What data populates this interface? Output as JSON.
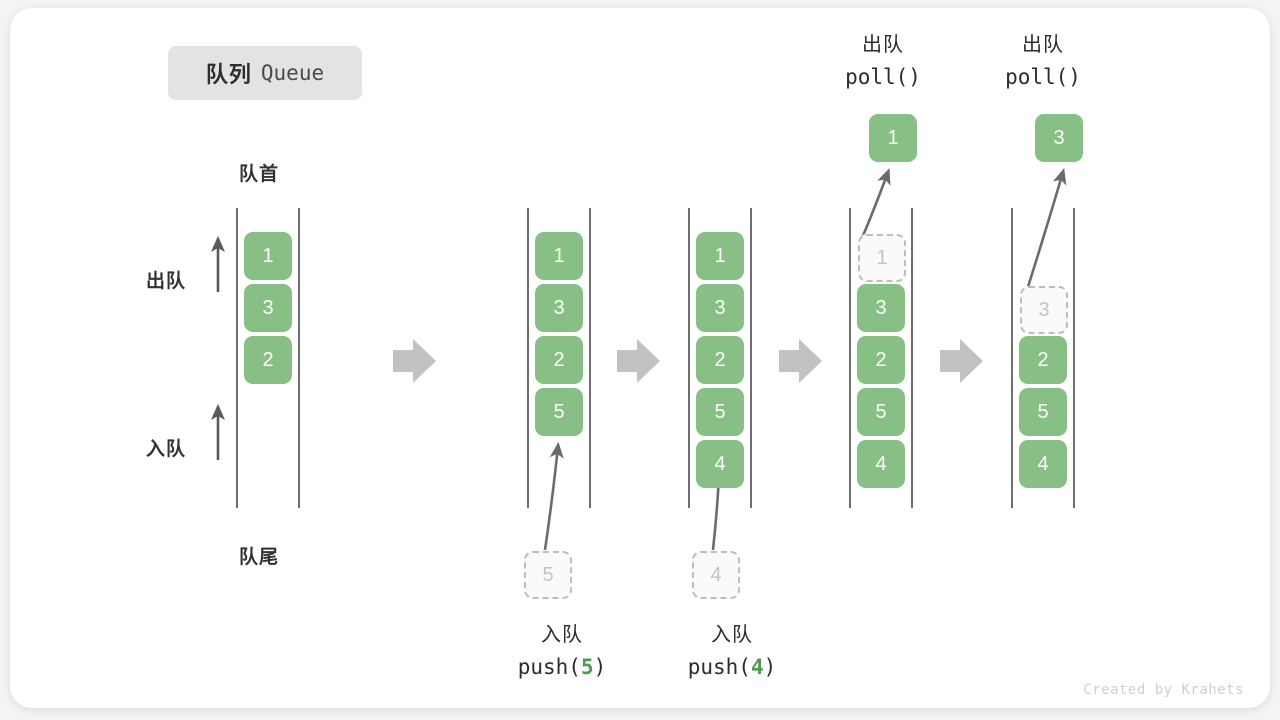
{
  "title": {
    "cn": "队列",
    "en": "Queue"
  },
  "watermark": "Created by Krahets",
  "axis_labels": {
    "head": "队首",
    "tail": "队尾",
    "dequeue": "出队",
    "enqueue": "入队"
  },
  "operations": [
    {
      "id": "push5",
      "cn": "入队",
      "fn_prefix": "push(",
      "fn_arg": "5",
      "fn_suffix": ")"
    },
    {
      "id": "push4",
      "cn": "入队",
      "fn_prefix": "push(",
      "fn_arg": "4",
      "fn_suffix": ")"
    },
    {
      "id": "poll1",
      "cn": "出队",
      "fn_prefix": "poll(",
      "fn_arg": "",
      "fn_suffix": ")"
    },
    {
      "id": "poll2",
      "cn": "出队",
      "fn_prefix": "poll(",
      "fn_arg": "",
      "fn_suffix": ")"
    }
  ],
  "stages": [
    {
      "name": "initial",
      "cells": [
        "1",
        "3",
        "2"
      ],
      "ghost_top": null,
      "incoming": null,
      "outgoing": null
    },
    {
      "name": "after-push-5",
      "cells": [
        "1",
        "3",
        "2",
        "5"
      ],
      "ghost_top": null,
      "incoming": "5",
      "outgoing": null
    },
    {
      "name": "after-push-4",
      "cells": [
        "1",
        "3",
        "2",
        "5",
        "4"
      ],
      "ghost_top": null,
      "incoming": "4",
      "outgoing": null
    },
    {
      "name": "after-poll-1",
      "cells": [
        "3",
        "2",
        "5",
        "4"
      ],
      "ghost_top": "1",
      "incoming": null,
      "outgoing": "1"
    },
    {
      "name": "after-poll-3",
      "cells": [
        "2",
        "5",
        "4"
      ],
      "ghost_top": "3",
      "incoming": null,
      "outgoing": "3"
    }
  ],
  "colors": {
    "cell_fill": "#87bf84",
    "cell_text": "#ffffff",
    "ghost_border": "#bdbdbd",
    "ghost_text": "#c3c3c3",
    "rail": "#5e5e5e",
    "arrow": "#6b6b6b",
    "step_arrow": "#c2c2c2",
    "badge_bg": "#e3e3e3",
    "accent_green": "#4e9a51"
  },
  "flow_arrows": {
    "count": 4,
    "icon": "right-block-arrow-icon"
  }
}
